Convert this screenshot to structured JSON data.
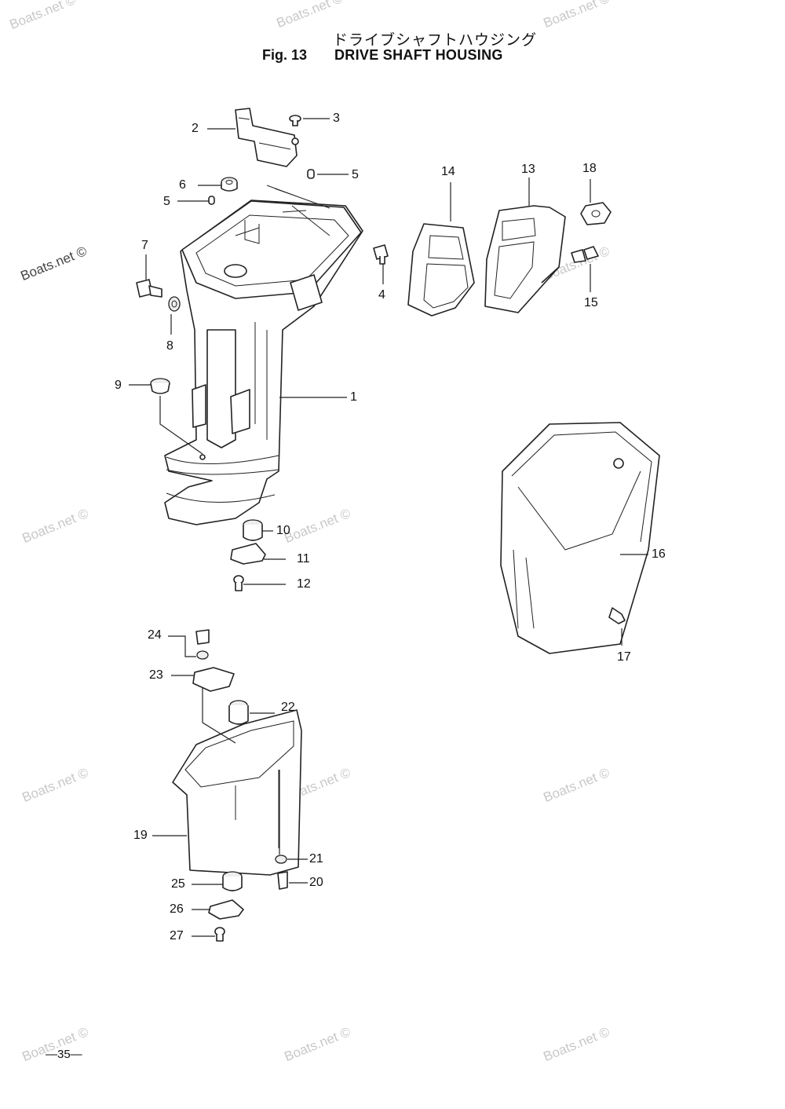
{
  "header": {
    "title_jp": "ドライブシャフトハウジング",
    "fig_label": "Fig. 13",
    "title_en": "DRIVE SHAFT HOUSING"
  },
  "watermark": {
    "text": "Boats.net ©",
    "featured_text": "Boats.net ©"
  },
  "callouts": [
    "1",
    "2",
    "3",
    "4",
    "5",
    "5",
    "6",
    "7",
    "8",
    "9",
    "10",
    "11",
    "12",
    "13",
    "14",
    "15",
    "16",
    "17",
    "18",
    "19",
    "20",
    "21",
    "22",
    "23",
    "24",
    "25",
    "26",
    "27"
  ],
  "footer": {
    "page_number": "—35—"
  }
}
